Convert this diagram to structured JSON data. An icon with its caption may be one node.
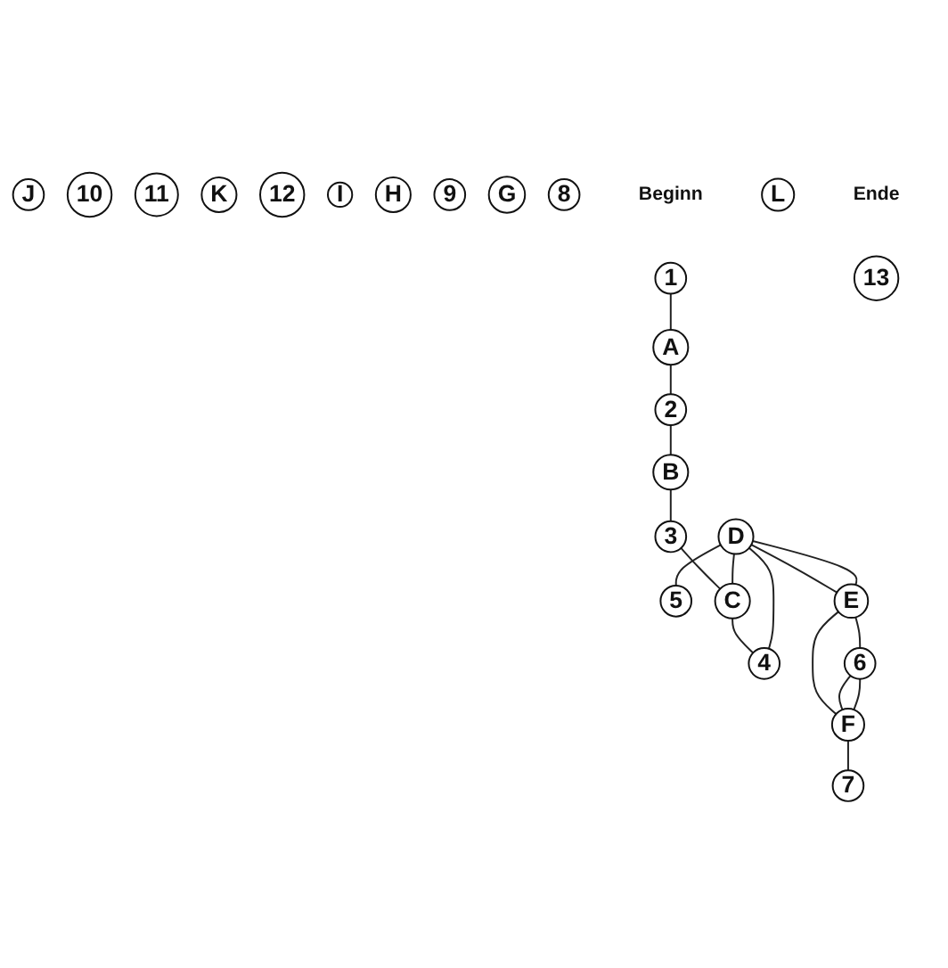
{
  "diagram": {
    "nodes": [
      {
        "text": [
          "J"
        ]
      },
      {
        "text": [
          "10"
        ]
      },
      {
        "text": [
          "D"
        ]
      },
      {
        "text": [
          "4"
        ]
      },
      {
        "text": [
          "11"
        ]
      },
      {
        "text": [
          "K"
        ]
      },
      {
        "text": [
          "12"
        ]
      },
      {
        "text": [
          "B"
        ]
      },
      {
        "text": [
          "3"
        ]
      },
      {
        "text": [
          "I"
        ]
      },
      {
        "text": [
          "H"
        ]
      },
      {
        "text": [
          "5"
        ]
      },
      {
        "text": [
          "7"
        ]
      },
      {
        "text": [
          "2"
        ]
      },
      {
        "text": [
          "9"
        ]
      },
      {
        "text": [
          "C"
        ]
      },
      {
        "text": [
          "A"
        ]
      },
      {
        "text": [
          "G"
        ]
      },
      {
        "text": [
          "8"
        ]
      },
      {
        "text": [
          "1"
        ],
        "beside": [
          "Beginn"
        ]
      },
      {
        "text": [
          "E"
        ]
      },
      {
        "text": [
          "L"
        ]
      },
      {
        "text": [
          "F"
        ]
      },
      {
        "text": [
          "13"
        ],
        "beside": [
          "Ende"
        ]
      },
      {
        "text": [
          "6"
        ]
      }
    ],
    "edges": [
      {
        "from": 19,
        "to": 16,
        "arrow": "none"
      },
      {
        "from": 16,
        "to": 13,
        "arrow": "none"
      },
      {
        "from": 13,
        "to": 7,
        "arrow": "none"
      },
      {
        "from": 7,
        "to": 8,
        "arrow": "none"
      },
      {
        "from": 8,
        "to": 15,
        "arrow": "none"
      },
      {
        "from": 15,
        "to": 3,
        "arrow": "none"
      },
      {
        "from": 3,
        "to": 2,
        "arrow": "none"
      },
      {
        "from": 2,
        "to": 11,
        "arrow": "none"
      },
      {
        "from": 2,
        "to": 15,
        "arrow": "none"
      },
      {
        "from": 2,
        "to": 20,
        "arrow": "none"
      },
      {
        "from": 2,
        "to": 20,
        "arrow": "none"
      },
      {
        "from": 20,
        "to": 22,
        "arrow": "none"
      },
      {
        "from": 20,
        "to": 24,
        "arrow": "none"
      },
      {
        "from": 24,
        "to": 22,
        "arrow": "none"
      },
      {
        "from": 24,
        "to": 22,
        "arrow": "none"
      },
      {
        "from": 22,
        "to": 12,
        "arrow": "none"
      }
    ]
  }
}
